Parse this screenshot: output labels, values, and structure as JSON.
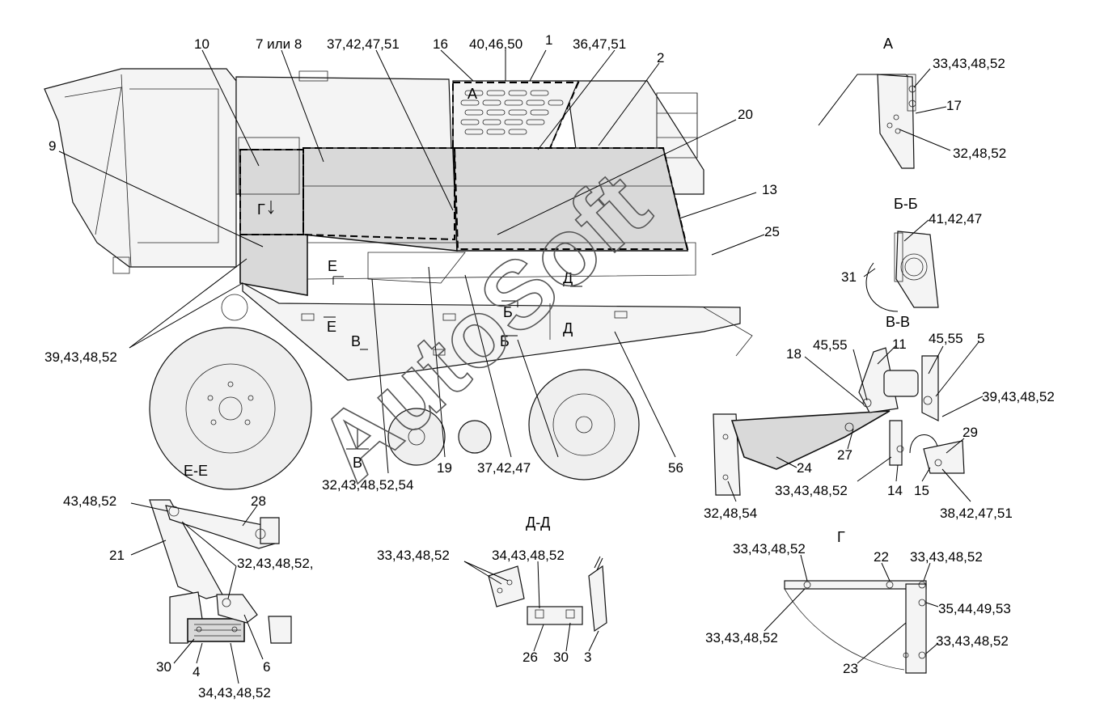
{
  "watermark": "AutoSoft",
  "main_view": {
    "callouts": [
      "10",
      "7 или 8",
      "37,42,47,51",
      "16",
      "40,46,50",
      "1",
      "36,47,51",
      "2",
      "20",
      "9",
      "13",
      "25",
      "39,43,48,52",
      "32,43,48,52,54",
      "19",
      "37,42,47",
      "56"
    ],
    "section_marks": [
      "А",
      "Г",
      "Е",
      "Е",
      "Д",
      "В",
      "Б",
      "Б",
      "Д",
      "В"
    ]
  },
  "view_a": {
    "title": "А",
    "callouts": [
      "33,43,48,52",
      "17",
      "32,48,52"
    ]
  },
  "view_bb": {
    "title": "Б-Б",
    "callouts": [
      "41,42,47",
      "31"
    ]
  },
  "view_vv": {
    "title": "В-В",
    "callouts": [
      "18",
      "45,55",
      "11",
      "45,55",
      "5",
      "39,43,48,52",
      "29",
      "27",
      "24",
      "33,43,48,52",
      "14",
      "15",
      "38,42,47,51",
      "32,48,54"
    ]
  },
  "view_ee": {
    "title": "Е-Е",
    "callouts": [
      "43,48,52",
      "28",
      "21",
      "32,43,48,52,",
      "30",
      "4",
      "6",
      "34,43,48,52"
    ]
  },
  "view_dd": {
    "title": "Д-Д",
    "callouts": [
      "33,43,48,52",
      "34,43,48,52",
      "26",
      "30",
      "3"
    ]
  },
  "view_g": {
    "title": "Г",
    "callouts": [
      "33,43,48,52",
      "22",
      "33,43,48,52",
      "35,44,49,53",
      "33,43,48,52",
      "33,43,48,52",
      "23"
    ]
  }
}
